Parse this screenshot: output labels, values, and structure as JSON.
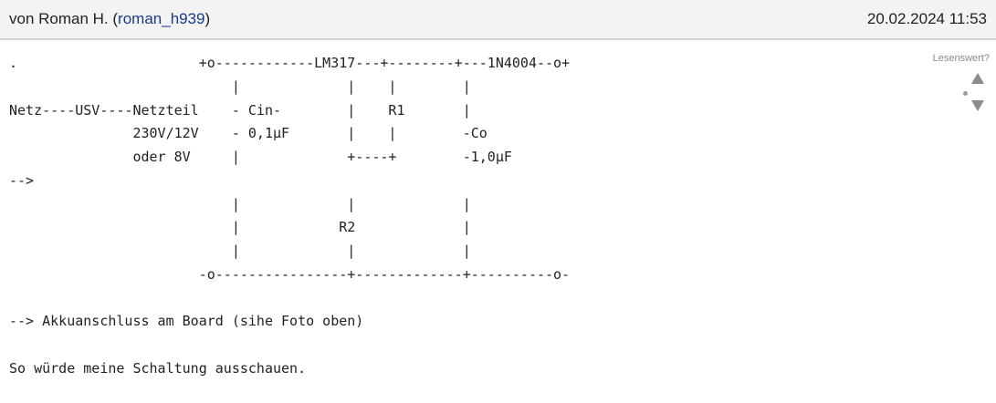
{
  "post": {
    "author_prefix": "von Roman H. (",
    "author_username": "roman_h939",
    "author_suffix": ")",
    "date": "20.02.2024 11:53",
    "body_lines": [
      ".                      +o------------LM317---+--------+---1N4004--o+",
      "                           |             |    |        |",
      "Netz----USV----Netzteil    - Cin-        |    R1       |",
      "               230V/12V    - 0,1µF       |    |        -Co",
      "               oder 8V     |             +----+        -1,0µF",
      "-->",
      "                           |             |             |",
      "                           |            R2             |",
      "                           |             |             |",
      "                       -o----------------+-------------+----------o-",
      "",
      "--> Akkuanschluss am Board (sihe Foto oben)",
      "",
      "So würde meine Schaltung ausschauen."
    ]
  },
  "rating": {
    "label": "Lesenswert?",
    "up_icon": "triangle-up-icon",
    "down_icon": "triangle-down-icon",
    "icon_color": "#8c8c8c"
  },
  "colors": {
    "header_bg": "#f3f3f3",
    "header_border": "#d4d4d4",
    "link": "#1a3a8a"
  }
}
